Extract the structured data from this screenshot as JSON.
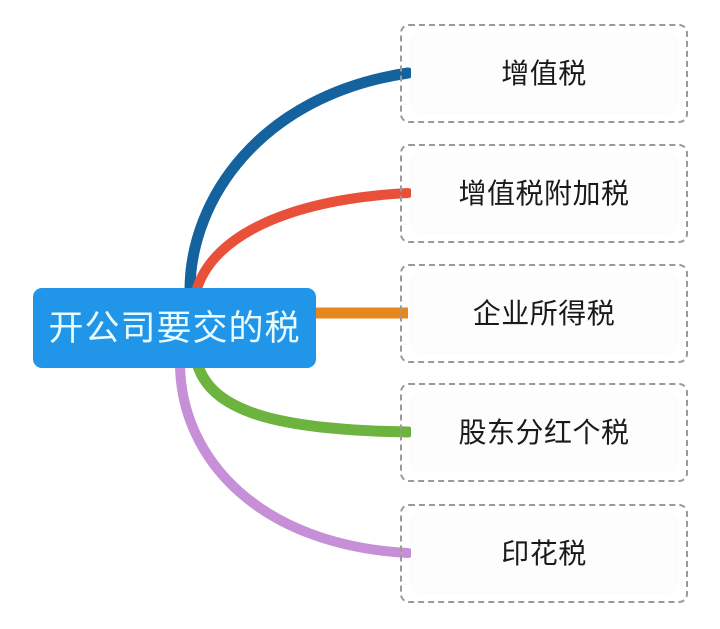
{
  "diagram": {
    "type": "mind-map",
    "title": "开公司要交的税",
    "background_color": "#ffffff",
    "root": {
      "label": "开公司要交的税",
      "fill_color": "#2196E8",
      "text_color": "#e8fbff",
      "shape": "rounded-rectangle"
    },
    "branches": [
      {
        "label": "增值税",
        "connector_color": "#15639E",
        "connector_style": "curve-up",
        "border_style": "dashed",
        "border_color": "#9a9a9a",
        "fill_color": "#fdfdfd",
        "text_color": "#1a1a1a"
      },
      {
        "label": "增值税附加税",
        "connector_color": "#E8503A",
        "connector_style": "curve-up",
        "border_style": "dashed",
        "border_color": "#9a9a9a",
        "fill_color": "#fdfdfd",
        "text_color": "#1a1a1a"
      },
      {
        "label": "企业所得税",
        "connector_color": "#E8861E",
        "connector_style": "straight",
        "border_style": "dashed",
        "border_color": "#9a9a9a",
        "fill_color": "#fdfdfd",
        "text_color": "#1a1a1a"
      },
      {
        "label": "股东分红个税",
        "connector_color": "#6CB33F",
        "connector_style": "curve-down",
        "border_style": "dashed",
        "border_color": "#9a9a9a",
        "fill_color": "#fdfdfd",
        "text_color": "#1a1a1a"
      },
      {
        "label": "印花税",
        "connector_color": "#C68FD8",
        "connector_style": "curve-down",
        "border_style": "dashed",
        "border_color": "#9a9a9a",
        "fill_color": "#fdfdfd",
        "text_color": "#1a1a1a"
      }
    ]
  }
}
